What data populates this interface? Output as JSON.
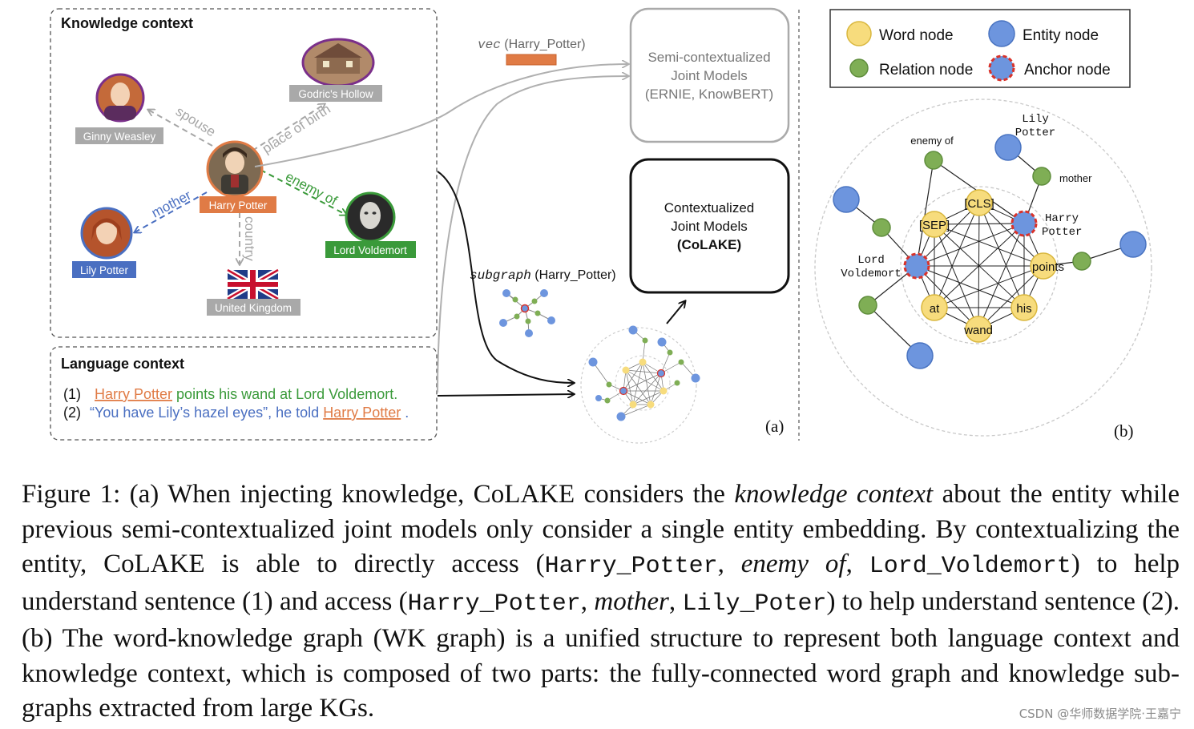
{
  "panel_a": {
    "knowledge_title": "Knowledge context",
    "language_title": "Language context",
    "entities": {
      "ginny": "Ginny Weasley",
      "godric": "Godric's Hollow",
      "harry": "Harry Potter",
      "lily": "Lily Potter",
      "voldemort": "Lord Voldemort",
      "uk": "United Kingdom"
    },
    "relations": {
      "spouse": "spouse",
      "place_of_birth": "place of birth",
      "enemy_of": "enemy of",
      "mother": "mother",
      "country": "country"
    },
    "sentence1": {
      "num": "(1)",
      "entity": "Harry Potter",
      "rest": " points his wand at Lord Voldemort."
    },
    "sentence2": {
      "num": "(2)",
      "prefix": "“You have Lily’s hazel eyes”, he told ",
      "entity": "Harry Potter",
      "suffix": "."
    },
    "vec_fn": "vec",
    "vec_arg": "(Harry_Potter)",
    "subgraph_fn": "subgraph",
    "subgraph_arg": "(Harry_Potter)",
    "semi_box": [
      "Semi-contextualized",
      "Joint Models",
      "(ERNIE, KnowBERT)"
    ],
    "ctx_box": [
      "Contextualized",
      "Joint Models",
      "(CoLAKE)"
    ],
    "label": "(a)",
    "colors": {
      "orange": "#e07b45",
      "blue": "#4a6fc1",
      "green": "#3a9a3a",
      "gray": "#a6a6a6"
    }
  },
  "panel_b": {
    "legend": {
      "word": "Word node",
      "entity": "Entity node",
      "relation": "Relation node",
      "anchor": "Anchor node"
    },
    "nodes": {
      "lily": [
        "Lily",
        "Potter"
      ],
      "enemy": "enemy of",
      "mother": "mother",
      "harry": [
        "Harry",
        "Potter"
      ],
      "voldemort": [
        "Lord",
        "Voldemort"
      ],
      "words": {
        "cls": "[CLS]",
        "sep": "[SEP]",
        "points": "points",
        "at": "at",
        "his": "his",
        "wand": "wand"
      }
    },
    "label": "(b)",
    "colors": {
      "word": "#f7dc7d",
      "entity": "#6d95de",
      "relation": "#7fae55",
      "anchor_border": "#d9322a"
    }
  },
  "caption": {
    "p1": "Figure 1: (a) When injecting knowledge, CoLAKE considers the ",
    "i1": "knowledge context",
    "p2": " about the entity while previous semi-contextualized joint models only consider a single entity embedding. By contextu­alizing the entity, CoLAKE is able to directly access (",
    "m1": "Harry_Potter",
    "p3": ", ",
    "i2": "enemy of",
    "p4": ", ",
    "m2": "Lord_Voldemort",
    "p5": ") to help understand sentence (1) and access (",
    "m3": "Harry_Potter",
    "p6": ", ",
    "i3": "mother",
    "p7": ", ",
    "m4": "Lily_Poter",
    "p8": ") to help under­stand sentence (2). (b) The word-knowledge graph (WK graph) is a unified structure to represent both language context and knowledge context, which is composed of two parts: the fully-connected word graph and knowledge sub-graphs extracted from large KGs."
  },
  "watermark": "CSDN @华师数据学院·王嘉宁"
}
